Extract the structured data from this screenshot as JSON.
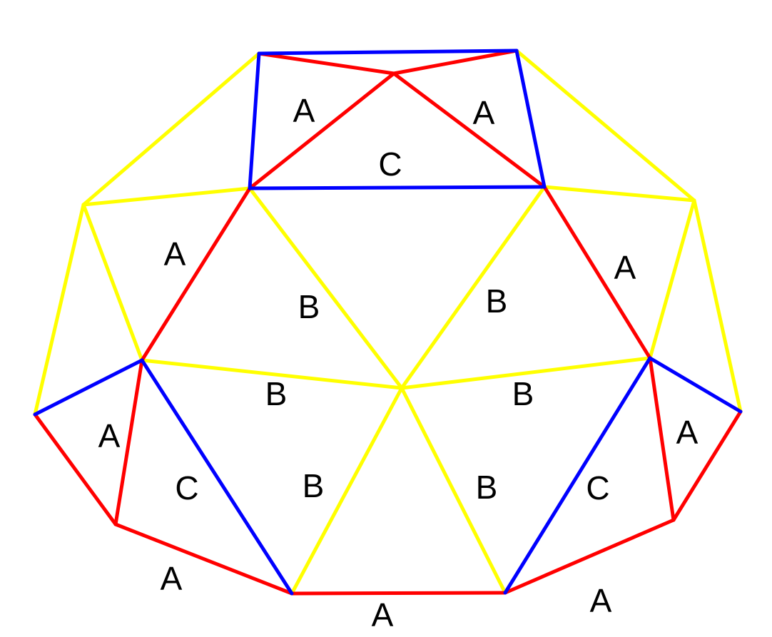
{
  "colors": {
    "strut_a": "#ff0000",
    "strut_b": "#ffff00",
    "strut_c": "#0000ff",
    "label": "#000000",
    "background": "#ffffff"
  },
  "labels": {
    "top_left_a": "A",
    "top_right_a": "A",
    "top_center_c": "C",
    "upper_left_a": "A",
    "upper_right_a": "A",
    "center_left_b": "B",
    "center_right_b": "B",
    "mid_left_b": "B",
    "mid_right_b": "B",
    "lower_left_b": "B",
    "lower_right_b": "B",
    "left_outer_a": "A",
    "right_outer_a": "A",
    "left_inner_c": "C",
    "right_inner_c": "C",
    "bottom_left_a": "A",
    "bottom_center_a": "A",
    "bottom_right_a": "A"
  }
}
